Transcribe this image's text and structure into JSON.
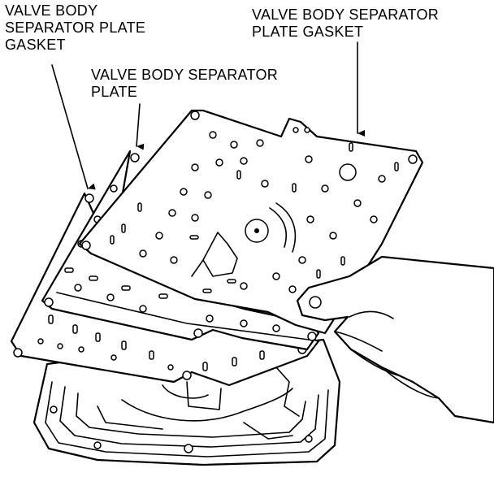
{
  "diagram": {
    "callouts": [
      {
        "id": "separator-plate-gasket-lower",
        "lines": [
          "VALVE BODY",
          "SEPARATOR PLATE",
          "GASKET"
        ]
      },
      {
        "id": "separator-plate",
        "lines": [
          "VALVE BODY SEPARATOR",
          "PLATE"
        ]
      },
      {
        "id": "separator-plate-gasket-upper",
        "lines": [
          "VALVE BODY SEPARATOR",
          "PLATE GASKET"
        ]
      }
    ]
  }
}
